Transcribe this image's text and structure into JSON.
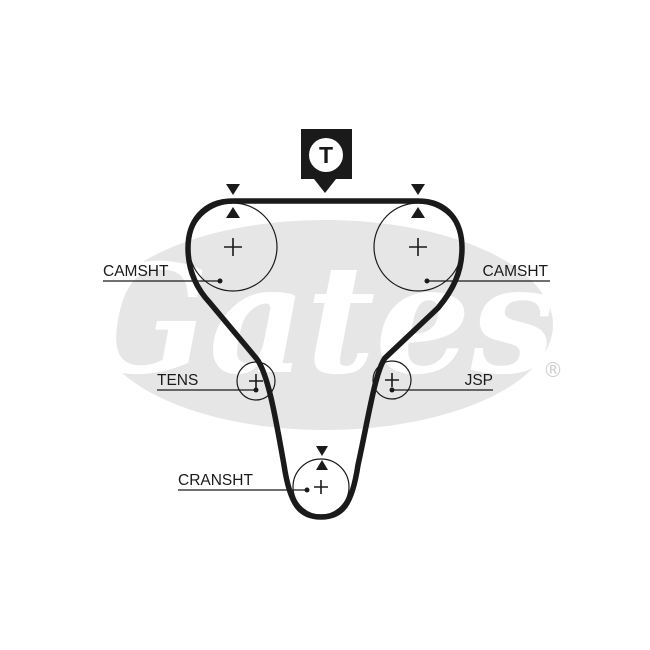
{
  "watermark": {
    "text": "Gates",
    "registered_mark": "®",
    "color": "#e6e6e6"
  },
  "tension_marker": {
    "letter": "T"
  },
  "labels": {
    "camshaft_left": "CAMSHT",
    "camshaft_right": "CAMSHT",
    "tensioner": "TENS",
    "jsp": "JSP",
    "crankshaft": "CRANSHT"
  },
  "colors": {
    "belt": "#1a1a1a",
    "line": "#1a1a1a"
  }
}
